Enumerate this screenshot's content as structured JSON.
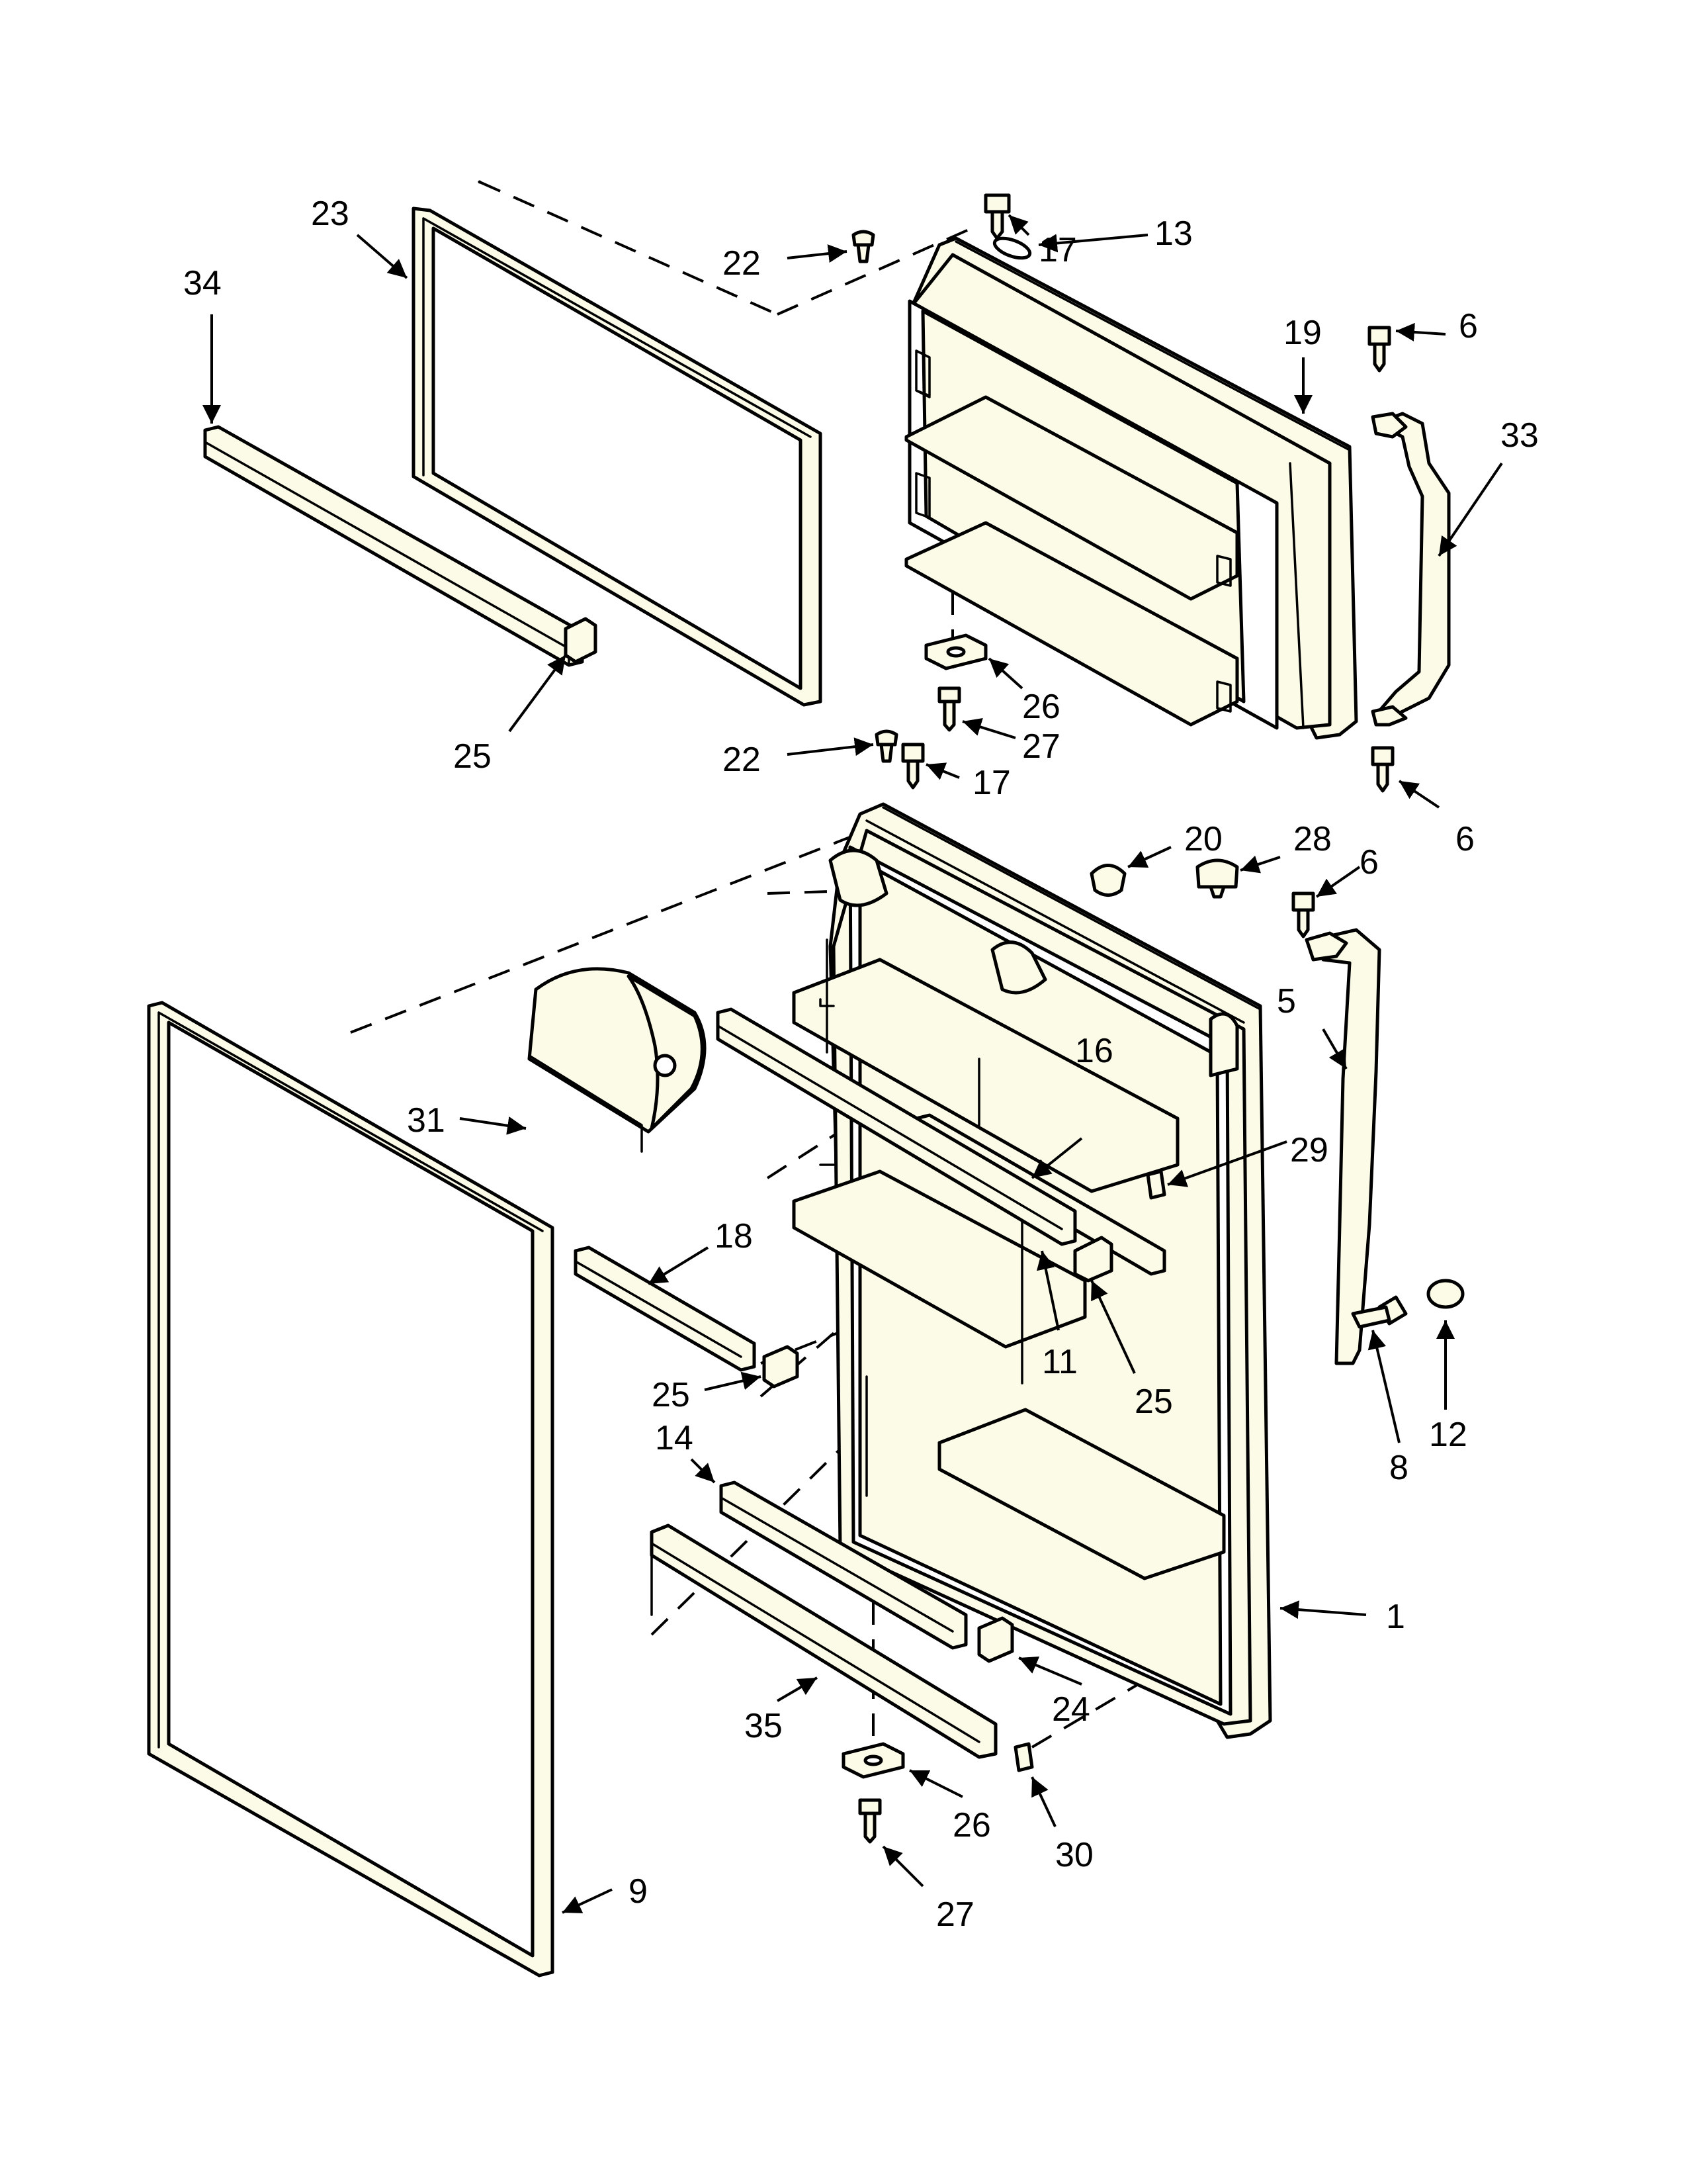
{
  "diagram": {
    "colors": {
      "part_fill": "#fbfbe8",
      "ink": "#000000",
      "background": "#ffffff"
    },
    "callouts": [
      {
        "label": "23"
      },
      {
        "label": "34"
      },
      {
        "label": "25"
      },
      {
        "label": "22"
      },
      {
        "label": "17"
      },
      {
        "label": "13"
      },
      {
        "label": "19"
      },
      {
        "label": "6"
      },
      {
        "label": "33"
      },
      {
        "label": "26"
      },
      {
        "label": "27"
      },
      {
        "label": "6"
      },
      {
        "label": "22"
      },
      {
        "label": "17"
      },
      {
        "label": "20"
      },
      {
        "label": "28"
      },
      {
        "label": "6"
      },
      {
        "label": "5"
      },
      {
        "label": "16"
      },
      {
        "label": "31"
      },
      {
        "label": "29"
      },
      {
        "label": "18"
      },
      {
        "label": "11"
      },
      {
        "label": "25"
      },
      {
        "label": "25"
      },
      {
        "label": "14"
      },
      {
        "label": "8"
      },
      {
        "label": "12"
      },
      {
        "label": "1"
      },
      {
        "label": "24"
      },
      {
        "label": "35"
      },
      {
        "label": "26"
      },
      {
        "label": "30"
      },
      {
        "label": "27"
      },
      {
        "label": "9"
      }
    ]
  }
}
